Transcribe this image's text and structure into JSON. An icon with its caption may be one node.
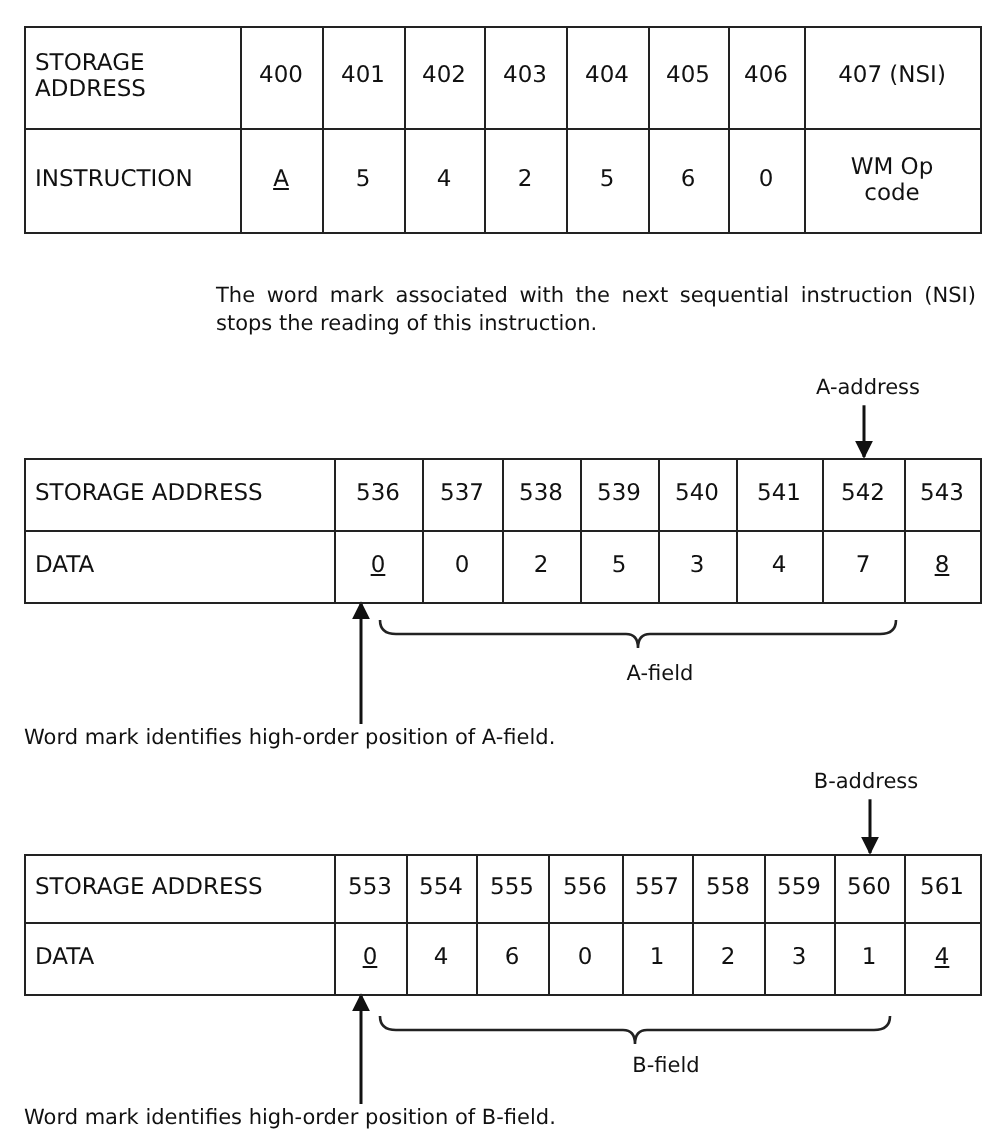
{
  "diagram": {
    "nodes": [
      {
        "text": [
          "A-address"
        ]
      },
      {
        "text": [
          "542"
        ]
      },
      {
        "text": [
          "0"
        ]
      },
      {
        "text": [
          "Word mark identifies high-order position of A-field."
        ]
      },
      {
        "text": [
          "B-address"
        ]
      },
      {
        "text": [
          "560"
        ]
      },
      {
        "text": [
          "0"
        ]
      },
      {
        "text": [
          "Word mark identifies high-order position of B-field."
        ]
      }
    ],
    "edges": [
      {
        "from": 0,
        "to": 1,
        "arrow": "to"
      },
      {
        "from": 3,
        "to": 2,
        "arrow": "to"
      },
      {
        "from": 4,
        "to": 5,
        "arrow": "to"
      },
      {
        "from": 7,
        "to": 6,
        "arrow": "to"
      }
    ],
    "labels": [
      "STORAGE ADDRESS",
      "400",
      "401",
      "402",
      "403",
      "404",
      "405",
      "406",
      "407 (NSI)",
      "INSTRUCTION",
      "A",
      "5",
      "4",
      "2",
      "5",
      "6",
      "0",
      "WM Op code",
      "The word mark associated with the next sequential instruction (NSI) stops the reading of this instruction.",
      "STORAGE ADDRESS",
      "536",
      "537",
      "538",
      "539",
      "540",
      "541",
      "543",
      "DATA",
      "0",
      "2",
      "5",
      "3",
      "4",
      "7",
      "8",
      "A-field",
      "STORAGE ADDRESS",
      "553",
      "554",
      "555",
      "556",
      "557",
      "558",
      "559",
      "561",
      "DATA",
      "4",
      "6",
      "0",
      "1",
      "2",
      "3",
      "1",
      "4",
      "B-field"
    ]
  }
}
